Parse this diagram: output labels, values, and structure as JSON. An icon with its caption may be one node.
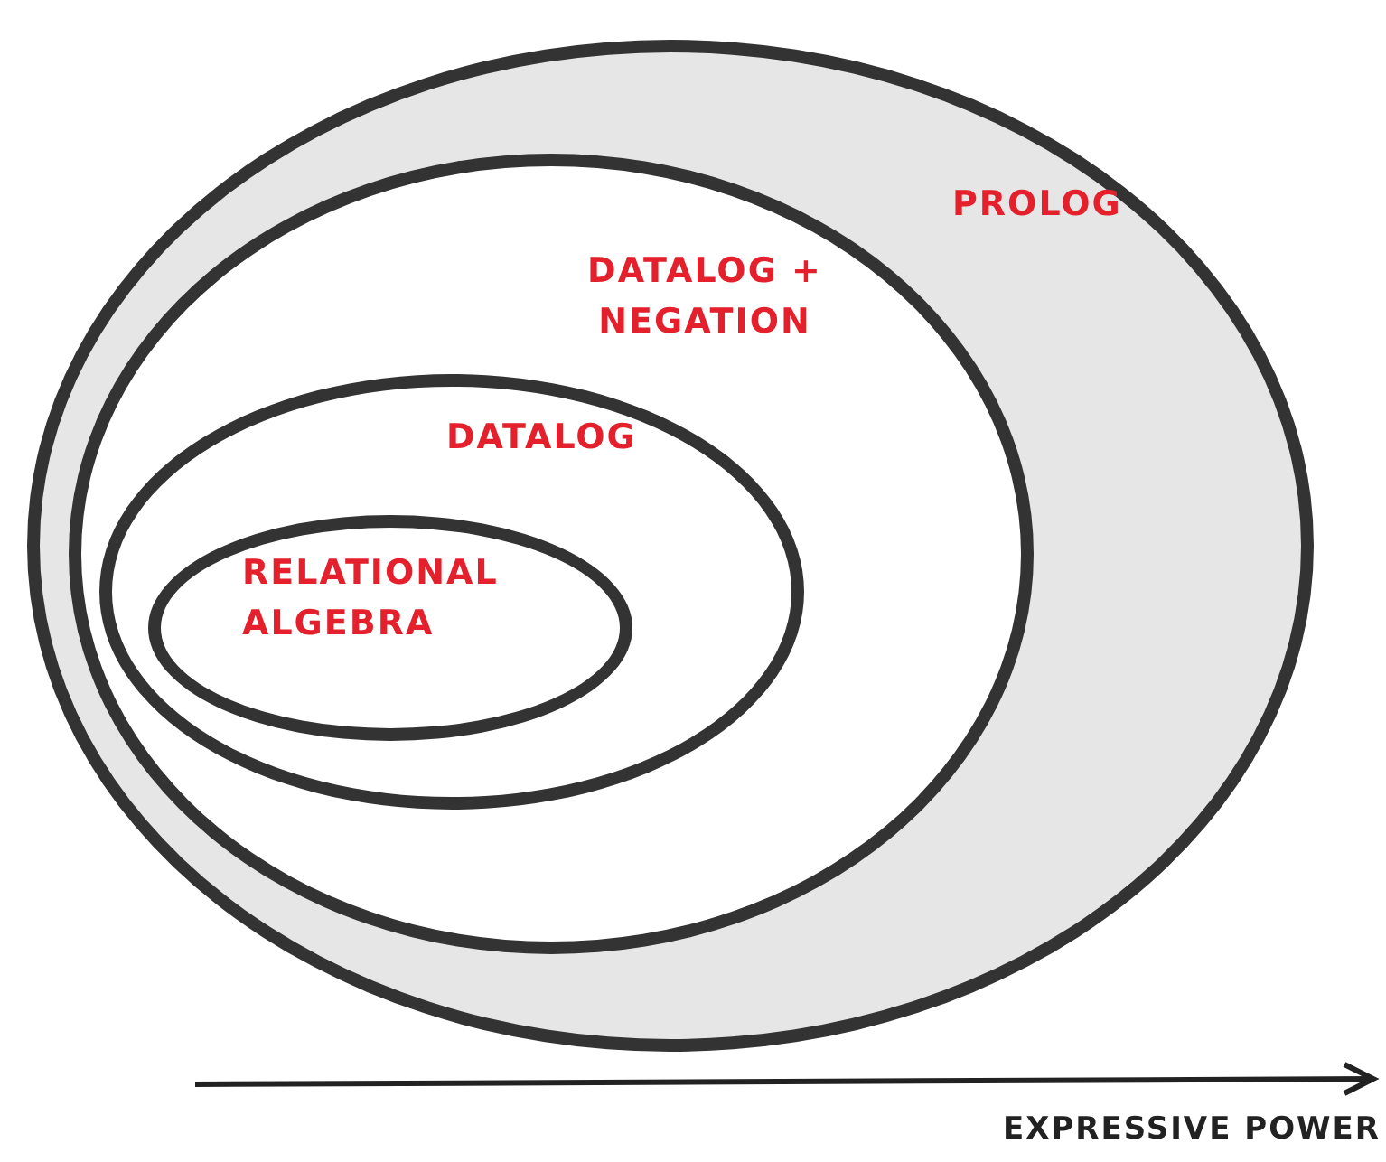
{
  "diagram": {
    "nodes": [
      {
        "text": [
          "PROLOG"
        ]
      },
      {
        "text": [
          "DATALOG + NEGATION"
        ],
        "in": 0
      },
      {
        "text": [
          "DATALOG"
        ],
        "in": 1
      },
      {
        "text": [
          "RELATIONAL ALGEBRA"
        ],
        "in": 2
      }
    ],
    "labels": [
      "EXPRESSIVE POWER"
    ]
  }
}
